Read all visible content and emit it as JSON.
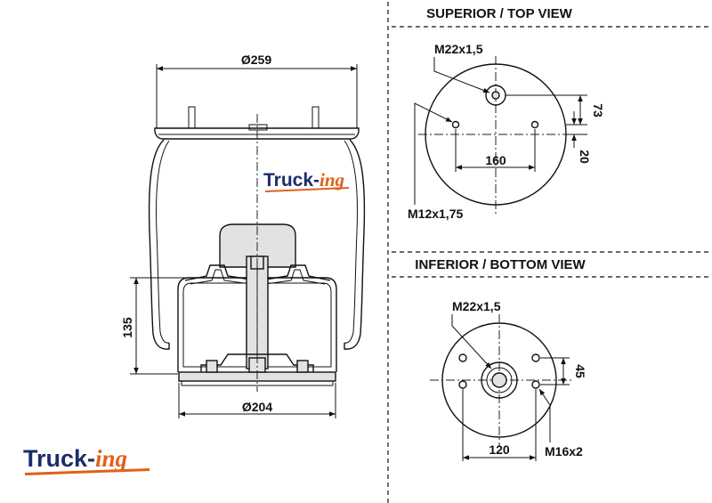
{
  "side_view": {
    "top_diameter": "Ø259",
    "bottom_diameter": "Ø204",
    "height": "135"
  },
  "top_view": {
    "heading": "SUPERIOR / TOP VIEW",
    "center_thread": "M22x1,5",
    "side_thread": "M12x1,75",
    "spacing": "160",
    "offset_a": "73",
    "offset_b": "20"
  },
  "bottom_view": {
    "heading": "INFERIOR / BOTTOM VIEW",
    "center_thread": "M22x1,5",
    "bolt_thread": "M16x2",
    "spacing": "120",
    "offset": "45"
  },
  "watermark": {
    "brand_a": "Truck-",
    "brand_b": "ing"
  },
  "logo": {
    "brand_a": "Truck-",
    "brand_b": "ing"
  },
  "colors": {
    "brand_blue": "#1b2d6b",
    "brand_orange": "#e0611a",
    "line": "#111111"
  }
}
